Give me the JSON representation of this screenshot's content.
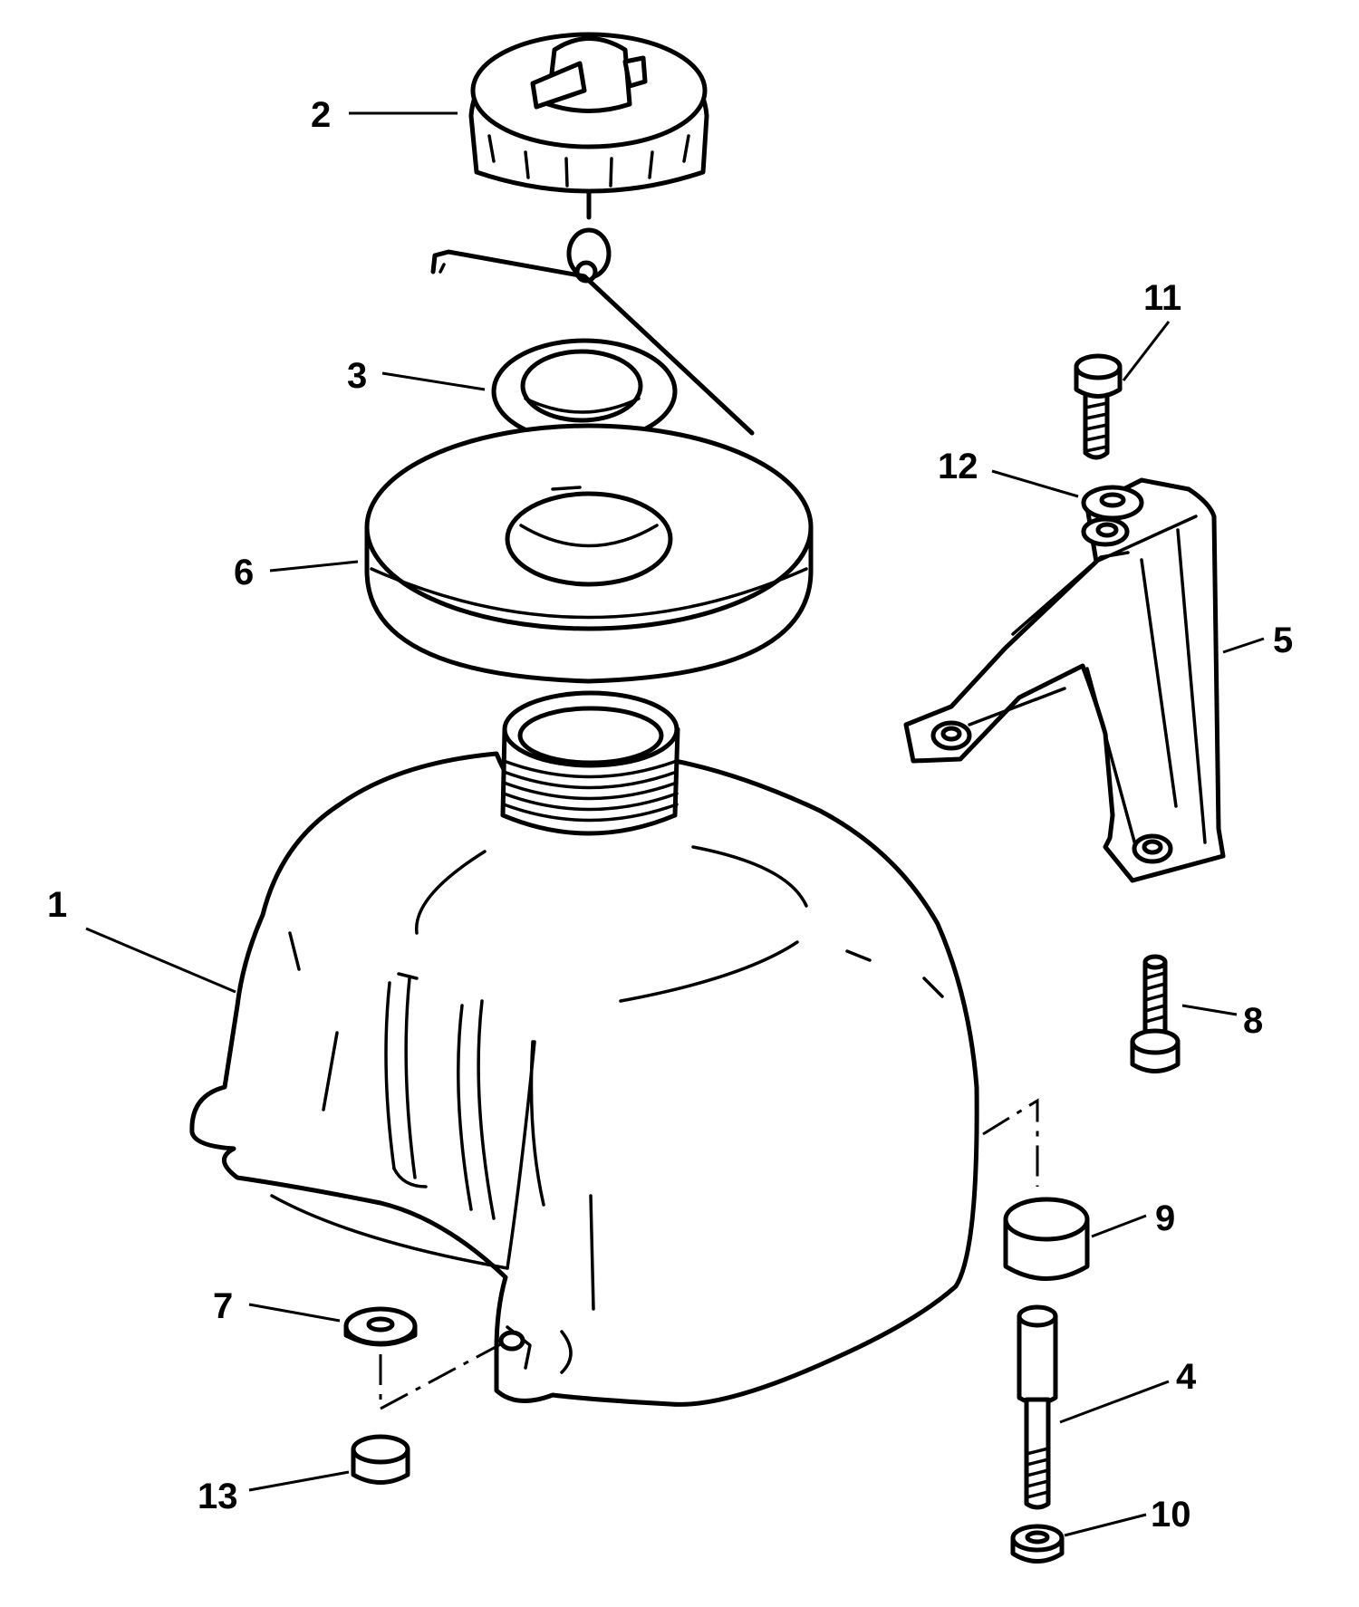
{
  "diagram": {
    "callouts": [
      "1",
      "2",
      "3",
      "4",
      "5",
      "6",
      "7",
      "8",
      "9",
      "10",
      "11",
      "12",
      "13"
    ]
  },
  "colors": {
    "line": "#000000",
    "background": "#ffffff"
  }
}
